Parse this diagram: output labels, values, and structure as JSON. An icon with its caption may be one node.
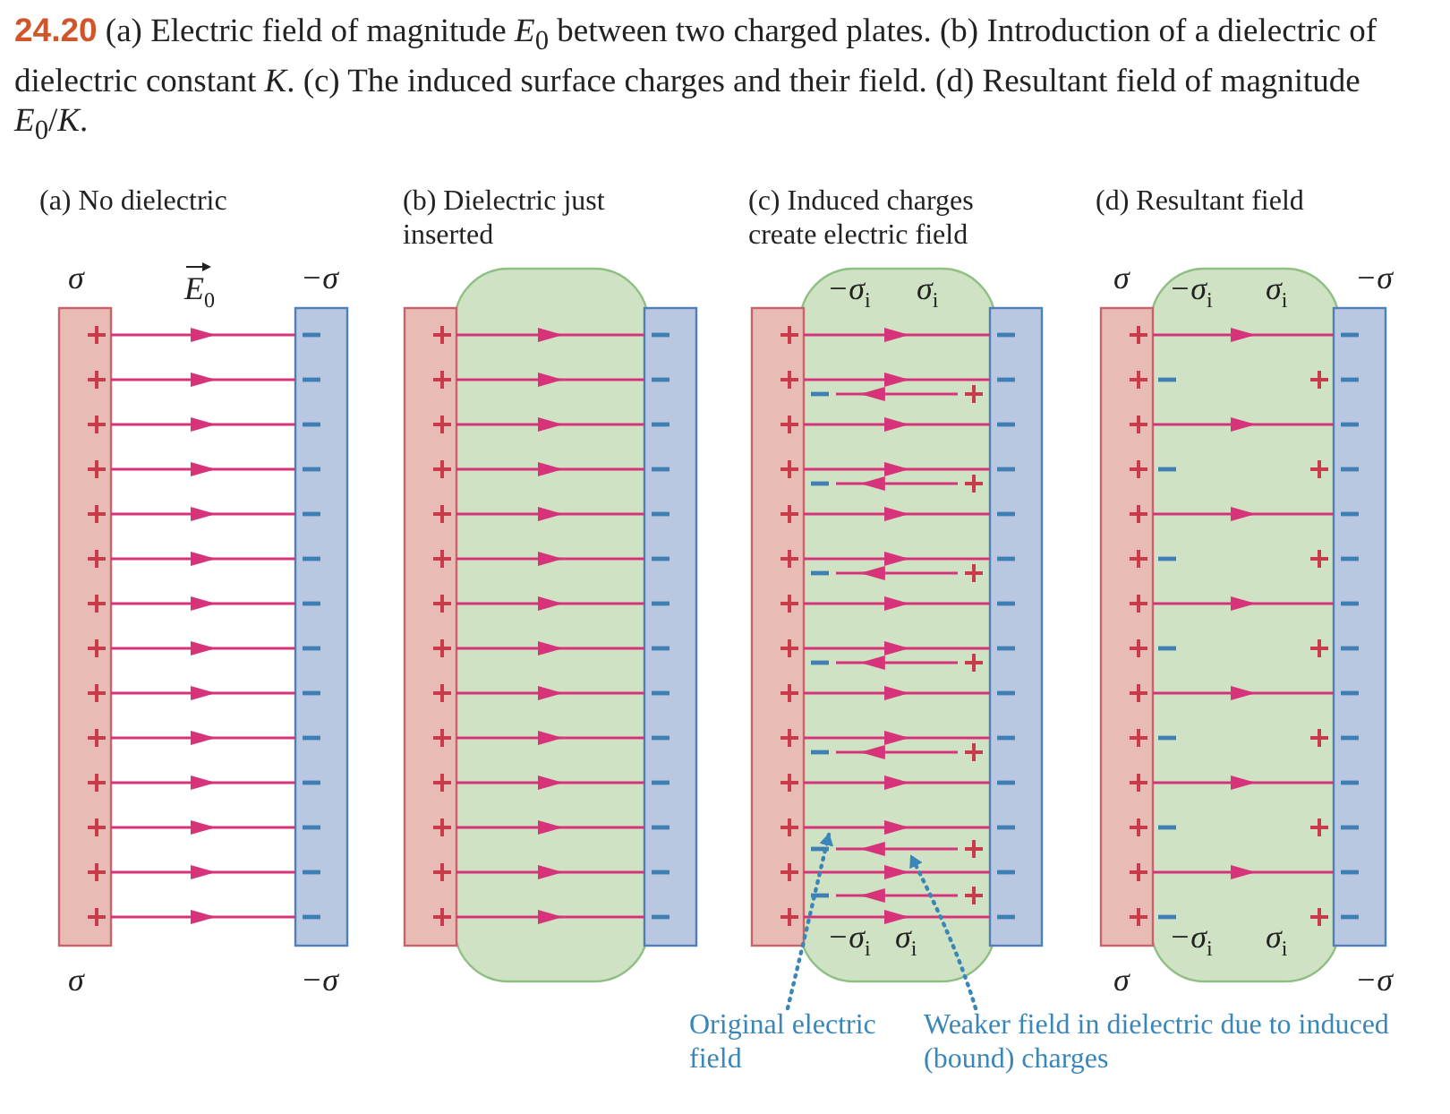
{
  "diagram": {
    "caption": "**24.20** (a) Electric field of magnitude *E*$_{0}$ between two charged plates. (b) Introduction of a dielectric of dielectric constant *K*. (c) The induced surface charges and their field. (d) Resultant field of magnitude *E*$_{0}$/*K*.",
    "nodes": [
      {
        "text": [
          "Original electric field"
        ]
      },
      {
        "text": [],
        "shape": "arrow"
      },
      {
        "text": [
          "Weaker field in dielectric due to induced (bound) charges"
        ]
      },
      {
        "text": [],
        "shape": "arrow"
      }
    ],
    "edges": [
      {
        "from": 0,
        "to": 1,
        "arrow": "to",
        "style": "dashed"
      },
      {
        "from": 2,
        "to": 3,
        "arrow": "to",
        "style": "dashed"
      }
    ],
    "labels": [
      "(a) No dielectric",
      "(b) Dielectric just inserted",
      "(c) Induced charges create electric field",
      "(d) Resultant field",
      "σ",
      "*E*$_{0}$",
      "−σ",
      "−σ$_{i}$",
      "σ$_{i}$",
      "σ",
      "−σ$_{i}$",
      "σ$_{i}$",
      "−σ",
      "−σ$_{i}$",
      "σ$_{i}$",
      "−σ$_{i}$",
      "σ$_{i}$",
      "σ",
      "−σ",
      "σ",
      "−σ"
    ]
  }
}
